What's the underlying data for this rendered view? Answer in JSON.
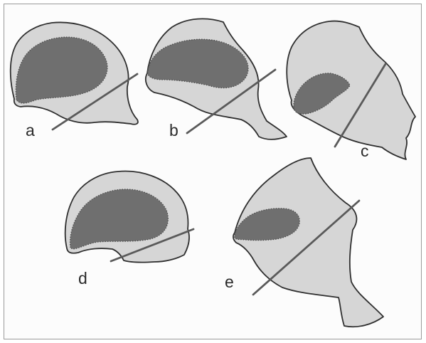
{
  "figure": {
    "panels": [
      {
        "id": "a",
        "label": "a"
      },
      {
        "id": "b",
        "label": "b"
      },
      {
        "id": "c",
        "label": "c"
      },
      {
        "id": "d",
        "label": "d"
      },
      {
        "id": "e",
        "label": "e"
      }
    ]
  },
  "colors": {
    "outer_fill": "#d6d6d6",
    "inner_fill": "#6f6f6f",
    "outline": "#2f2f2f",
    "cut_line": "#5a5a5a",
    "inner_outline": "#4d4d4d",
    "frame_border": "#9a9a9a"
  }
}
